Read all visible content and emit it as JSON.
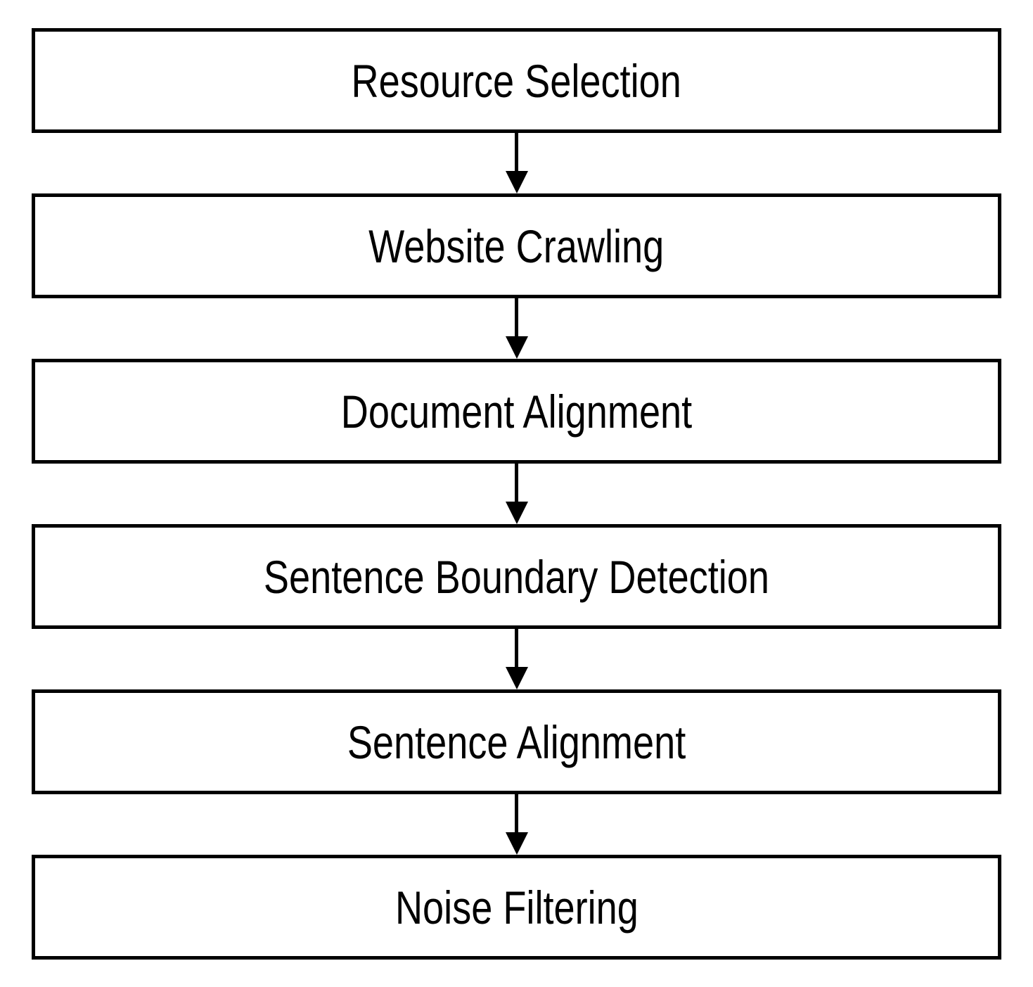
{
  "diagram": {
    "type": "flowchart",
    "direction": "top-to-bottom",
    "steps": [
      {
        "id": "resource-selection",
        "label": "Resource Selection"
      },
      {
        "id": "website-crawling",
        "label": "Website Crawling"
      },
      {
        "id": "document-alignment",
        "label": "Document Alignment"
      },
      {
        "id": "sentence-boundary-detection",
        "label": "Sentence Boundary Detection"
      },
      {
        "id": "sentence-alignment",
        "label": "Sentence Alignment"
      },
      {
        "id": "noise-filtering",
        "label": "Noise Filtering"
      }
    ],
    "connections": [
      {
        "from": "resource-selection",
        "to": "website-crawling"
      },
      {
        "from": "website-crawling",
        "to": "document-alignment"
      },
      {
        "from": "document-alignment",
        "to": "sentence-boundary-detection"
      },
      {
        "from": "sentence-boundary-detection",
        "to": "sentence-alignment"
      },
      {
        "from": "sentence-alignment",
        "to": "noise-filtering"
      }
    ],
    "colors": {
      "box_border": "#000000",
      "box_fill": "#ffffff",
      "text": "#000000",
      "arrow": "#000000",
      "background": "#ffffff"
    }
  }
}
